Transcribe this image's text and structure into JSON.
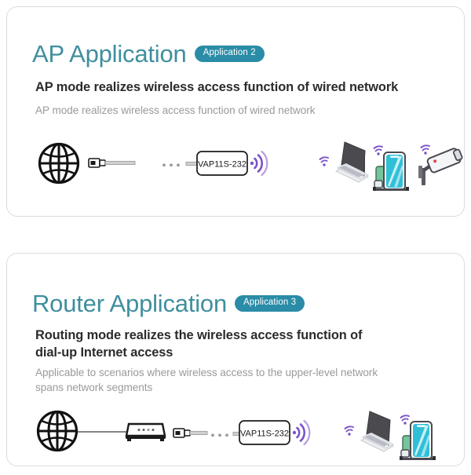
{
  "page": {
    "background": "#ffffff",
    "accent_title_color": "#3f8f9e",
    "badge_color": "#2a8ca6",
    "wifi_color": "#7b52c9",
    "card_border_color": "#dcdcdc"
  },
  "cards": [
    {
      "id": "ap-application",
      "title": "AP Application",
      "badge": "Application 2",
      "headline": "AP mode realizes wireless access function of wired network",
      "subline": "AP mode realizes wireless access function of wired network",
      "diagram": {
        "nodes": [
          {
            "name": "globe-icon",
            "label": ""
          },
          {
            "name": "rj45-connector-icon",
            "label": ""
          },
          {
            "name": "ethernet-cable",
            "label": ""
          },
          {
            "name": "cable-break-dots",
            "label": "..."
          },
          {
            "name": "vap-device-box",
            "label": "VAP11S-232"
          },
          {
            "name": "wifi-waves-icon",
            "label": ""
          }
        ],
        "clients": [
          {
            "name": "laptop-icon",
            "label": ""
          },
          {
            "name": "smartphone-icon",
            "label": ""
          },
          {
            "name": "security-camera-icon",
            "label": ""
          }
        ]
      }
    },
    {
      "id": "router-application",
      "title": "Router Application",
      "badge": "Application 3",
      "headline_line1": "Routing mode realizes the wireless access function of",
      "headline_line2": "dial-up Internet access",
      "subline_line1": "Applicable to scenarios where wireless access to the upper-level network",
      "subline_line2": "spans network segments",
      "diagram": {
        "nodes": [
          {
            "name": "globe-icon",
            "label": ""
          },
          {
            "name": "link-line",
            "label": ""
          },
          {
            "name": "modem-router-icon",
            "label": ""
          },
          {
            "name": "rj45-connector-icon",
            "label": ""
          },
          {
            "name": "ethernet-cable",
            "label": ""
          },
          {
            "name": "cable-break-dots",
            "label": "..."
          },
          {
            "name": "vap-device-box",
            "label": "VAP11S-232"
          },
          {
            "name": "wifi-waves-icon",
            "label": ""
          }
        ],
        "clients": [
          {
            "name": "laptop-icon",
            "label": ""
          },
          {
            "name": "smartphone-icon",
            "label": ""
          }
        ]
      }
    }
  ]
}
